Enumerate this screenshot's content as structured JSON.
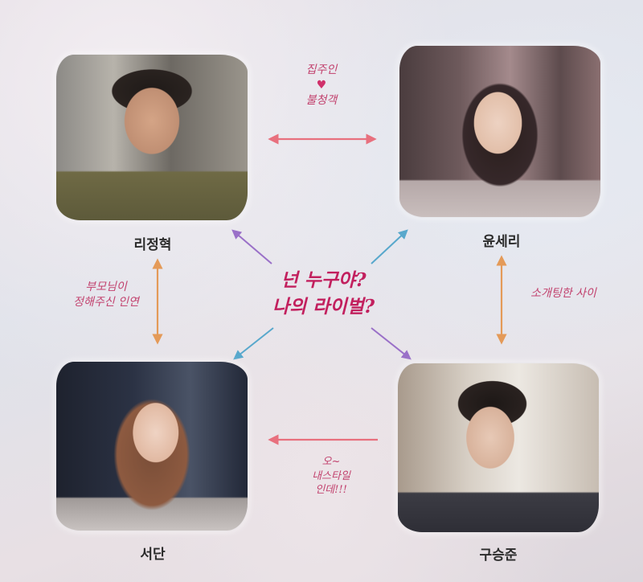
{
  "characters": [
    {
      "name": "리정혁"
    },
    {
      "name": "윤세리"
    },
    {
      "name": "서단"
    },
    {
      "name": "구승준"
    }
  ],
  "relations": {
    "top": {
      "line1": "집주인",
      "line2": "불청객",
      "symbol": "♥"
    },
    "left": {
      "line1": "부모님이",
      "line2": "정해주신 인연"
    },
    "right": {
      "text": "소개팅한 사이"
    },
    "bottom": {
      "line1": "오~",
      "line2": "내스타일",
      "line3": "인데!!!"
    }
  },
  "center": {
    "line1": "넌 누구야?",
    "line2": "나의 라이벌?"
  },
  "colors": {
    "relation_text": "#c2426e",
    "center_text": "#c2205e",
    "pink_arrow": "#e8707e",
    "orange_arrow": "#e49a58",
    "purple_arrow": "#9a70c8",
    "blue_arrow": "#58a8cc"
  }
}
